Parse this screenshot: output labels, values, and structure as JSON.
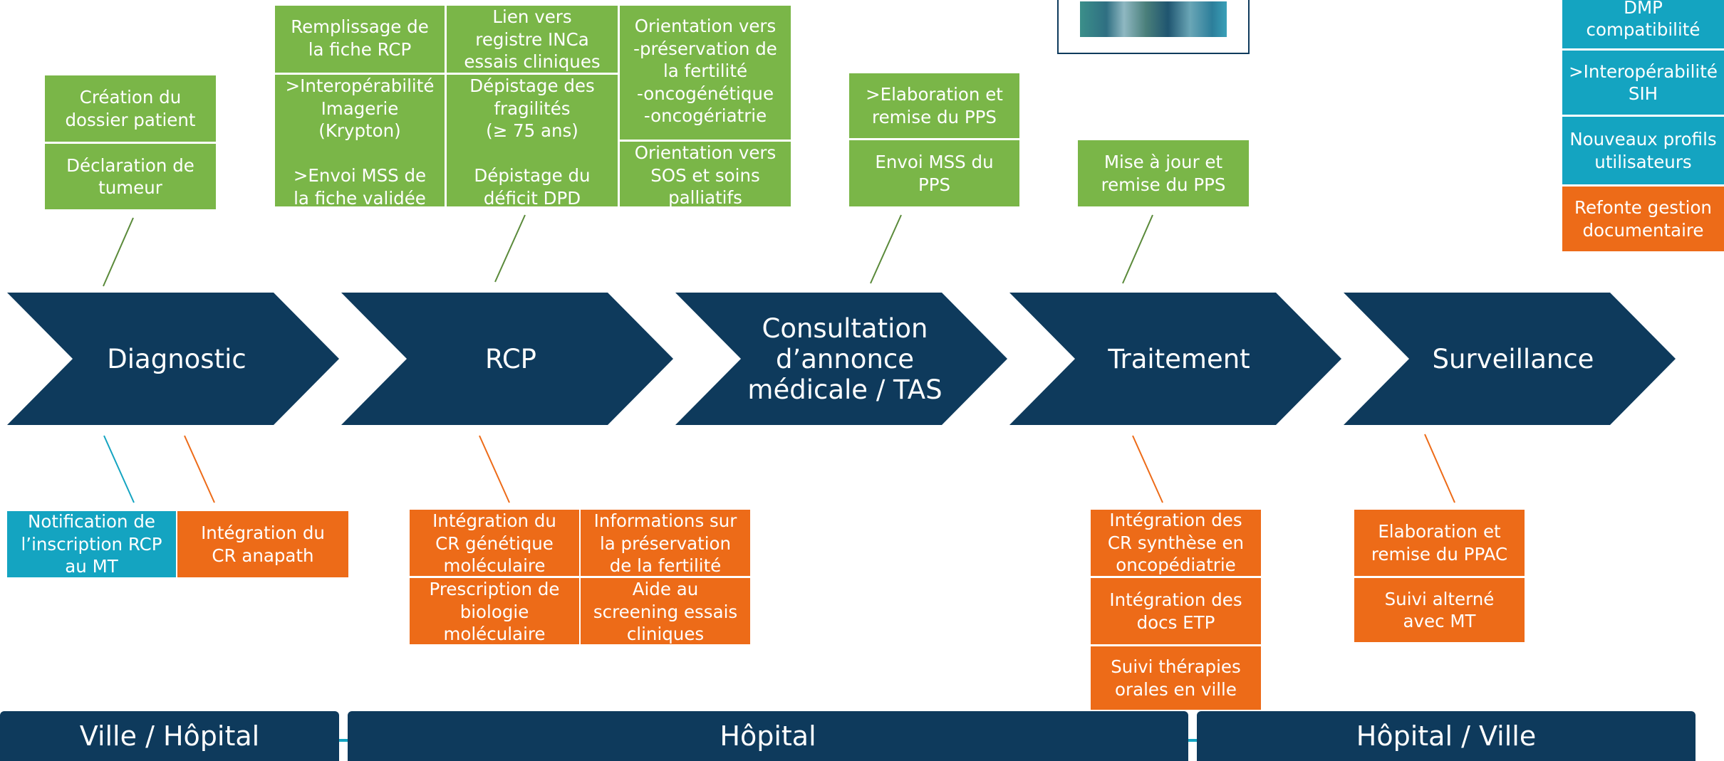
{
  "stages": [
    {
      "label": "Diagnostic"
    },
    {
      "label": "RCP"
    },
    {
      "label": "Consultation\nd’annonce\nmédicale / TAS"
    },
    {
      "label": "Traitement"
    },
    {
      "label": "Surveillance"
    }
  ],
  "diagnostic": {
    "top": [
      "Création du\ndossier patient",
      "Déclaration de\ntumeur"
    ],
    "bottom_teal": "Notification de\nl’inscription RCP\nau MT",
    "bottom_orange": "Intégration du\nCR anapath"
  },
  "rcp": {
    "top": [
      "Remplissage de\nla fiche RCP",
      "Lien vers\nregistre INCa\nessais cliniques",
      "Orientation vers\n-préservation de\nla fertilité\n-oncogénétique\n-oncogériatrie",
      ">Interopérabilité\nImagerie\n(Krypton)\n\n>Envoi MSS de\nla fiche validée",
      "Dépistage des\nfragilités\n(≥ 75 ans)\n\nDépistage du\ndéficit DPD",
      "Orientation vers\nSOS et soins\npalliatifs"
    ],
    "bottom": [
      "Intégration du\nCR génétique\nmoléculaire",
      "Informations sur\nla préservation\nde la fertilité",
      "Prescription de\nbiologie\nmoléculaire",
      "Aide au\nscreening essais\ncliniques"
    ]
  },
  "consultation": {
    "top": [
      ">Elaboration et\nremise du PPS",
      "Envoi MSS du\nPPS"
    ]
  },
  "traitement": {
    "top": [
      "Mise à jour et\nremise du PPS"
    ],
    "bottom": [
      "Intégration des\nCR synthèse en\noncopédiatrie",
      "Intégration des\ndocs ETP",
      "Suivi thérapies\norales en ville"
    ]
  },
  "surveillance": {
    "bottom": [
      "Elaboration et\nremise du PPAC",
      "Suivi alterné\navec MT"
    ]
  },
  "sidebar": {
    "items": [
      "DMP\ncompatibilité",
      ">Interopérabilité\nSIH",
      "Nouveaux profils\nutilisateurs",
      "Refonte gestion\ndocumentaire"
    ]
  },
  "phases": [
    "Ville / Hôpital",
    "Hôpital",
    "Hôpital / Ville"
  ],
  "colors": {
    "navy": "#0e3a5c",
    "green": "#7ab648",
    "orange": "#ed6b18",
    "teal": "#14a4c1"
  }
}
